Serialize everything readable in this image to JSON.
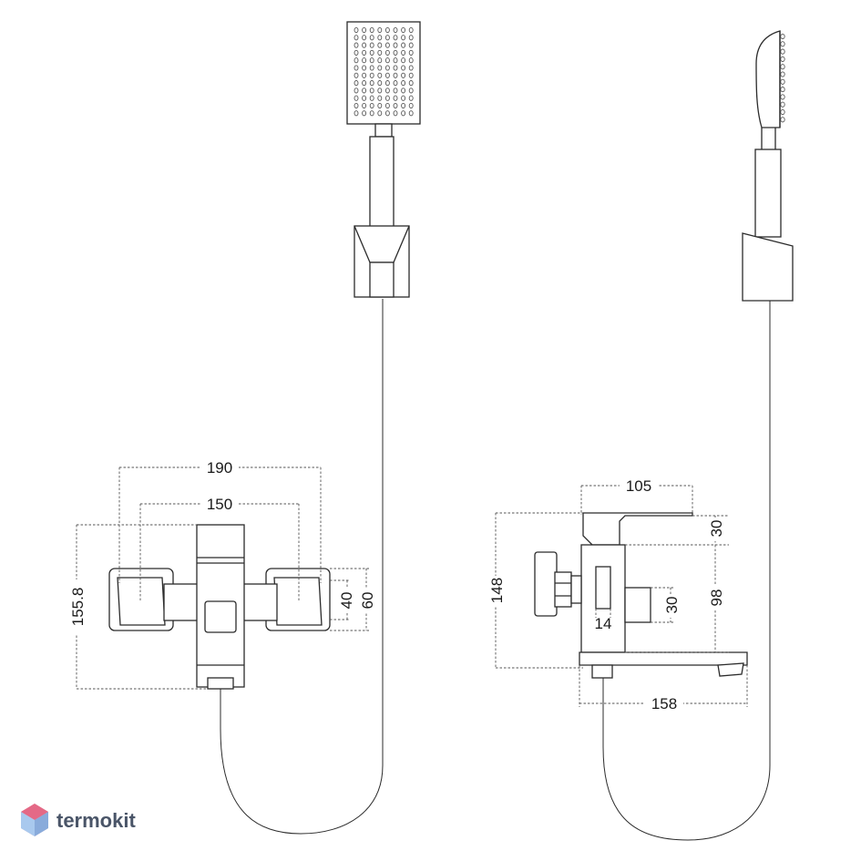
{
  "dimensions": {
    "front_width_outer": "190",
    "front_width_inner": "150",
    "front_height": "155.8",
    "front_handle_depth": "40",
    "front_handle_height": "60",
    "side_top_width": "105",
    "side_height_total": "148",
    "side_top_height": "30",
    "side_body_height": "98",
    "side_outlet_height": "30",
    "side_knob_offset": "14",
    "side_spout_length": "158"
  },
  "brand": {
    "name": "termokit",
    "accent": "#e05a7a",
    "accent2": "#6ea8e0"
  },
  "icons": {
    "logo": "hexagon-cube-logo"
  }
}
